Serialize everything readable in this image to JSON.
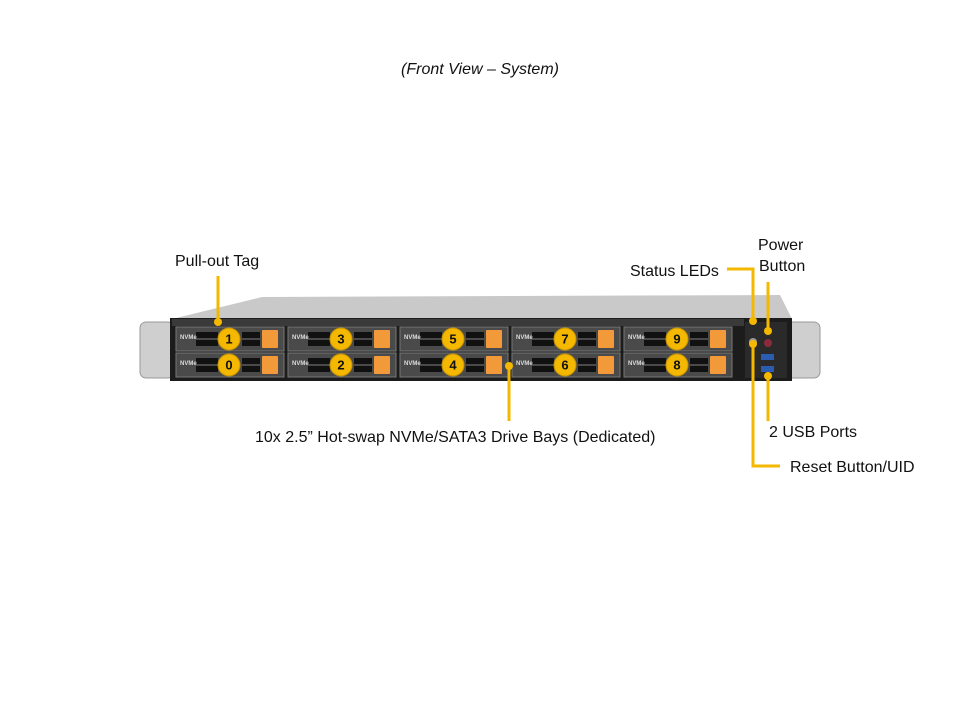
{
  "title": "(Front View – System)",
  "labels": {
    "pull_out_tag": "Pull-out Tag",
    "drive_bays": "10x 2.5” Hot-swap NVMe/SATA3 Drive Bays (Dedicated)",
    "status_leds": "Status LEDs",
    "power_line1": "Power",
    "power_line2": "Button",
    "usb_ports": "2 USB Ports",
    "reset_button": "Reset Button/UID"
  },
  "bays": {
    "top": [
      "1",
      "3",
      "5",
      "7",
      "9"
    ],
    "bottom": [
      "0",
      "2",
      "4",
      "6",
      "8"
    ],
    "tag": "NVMe"
  },
  "colors": {
    "callout": "#f5b800",
    "chassis": "#1c1c1c",
    "latch": "#f29a3a"
  }
}
